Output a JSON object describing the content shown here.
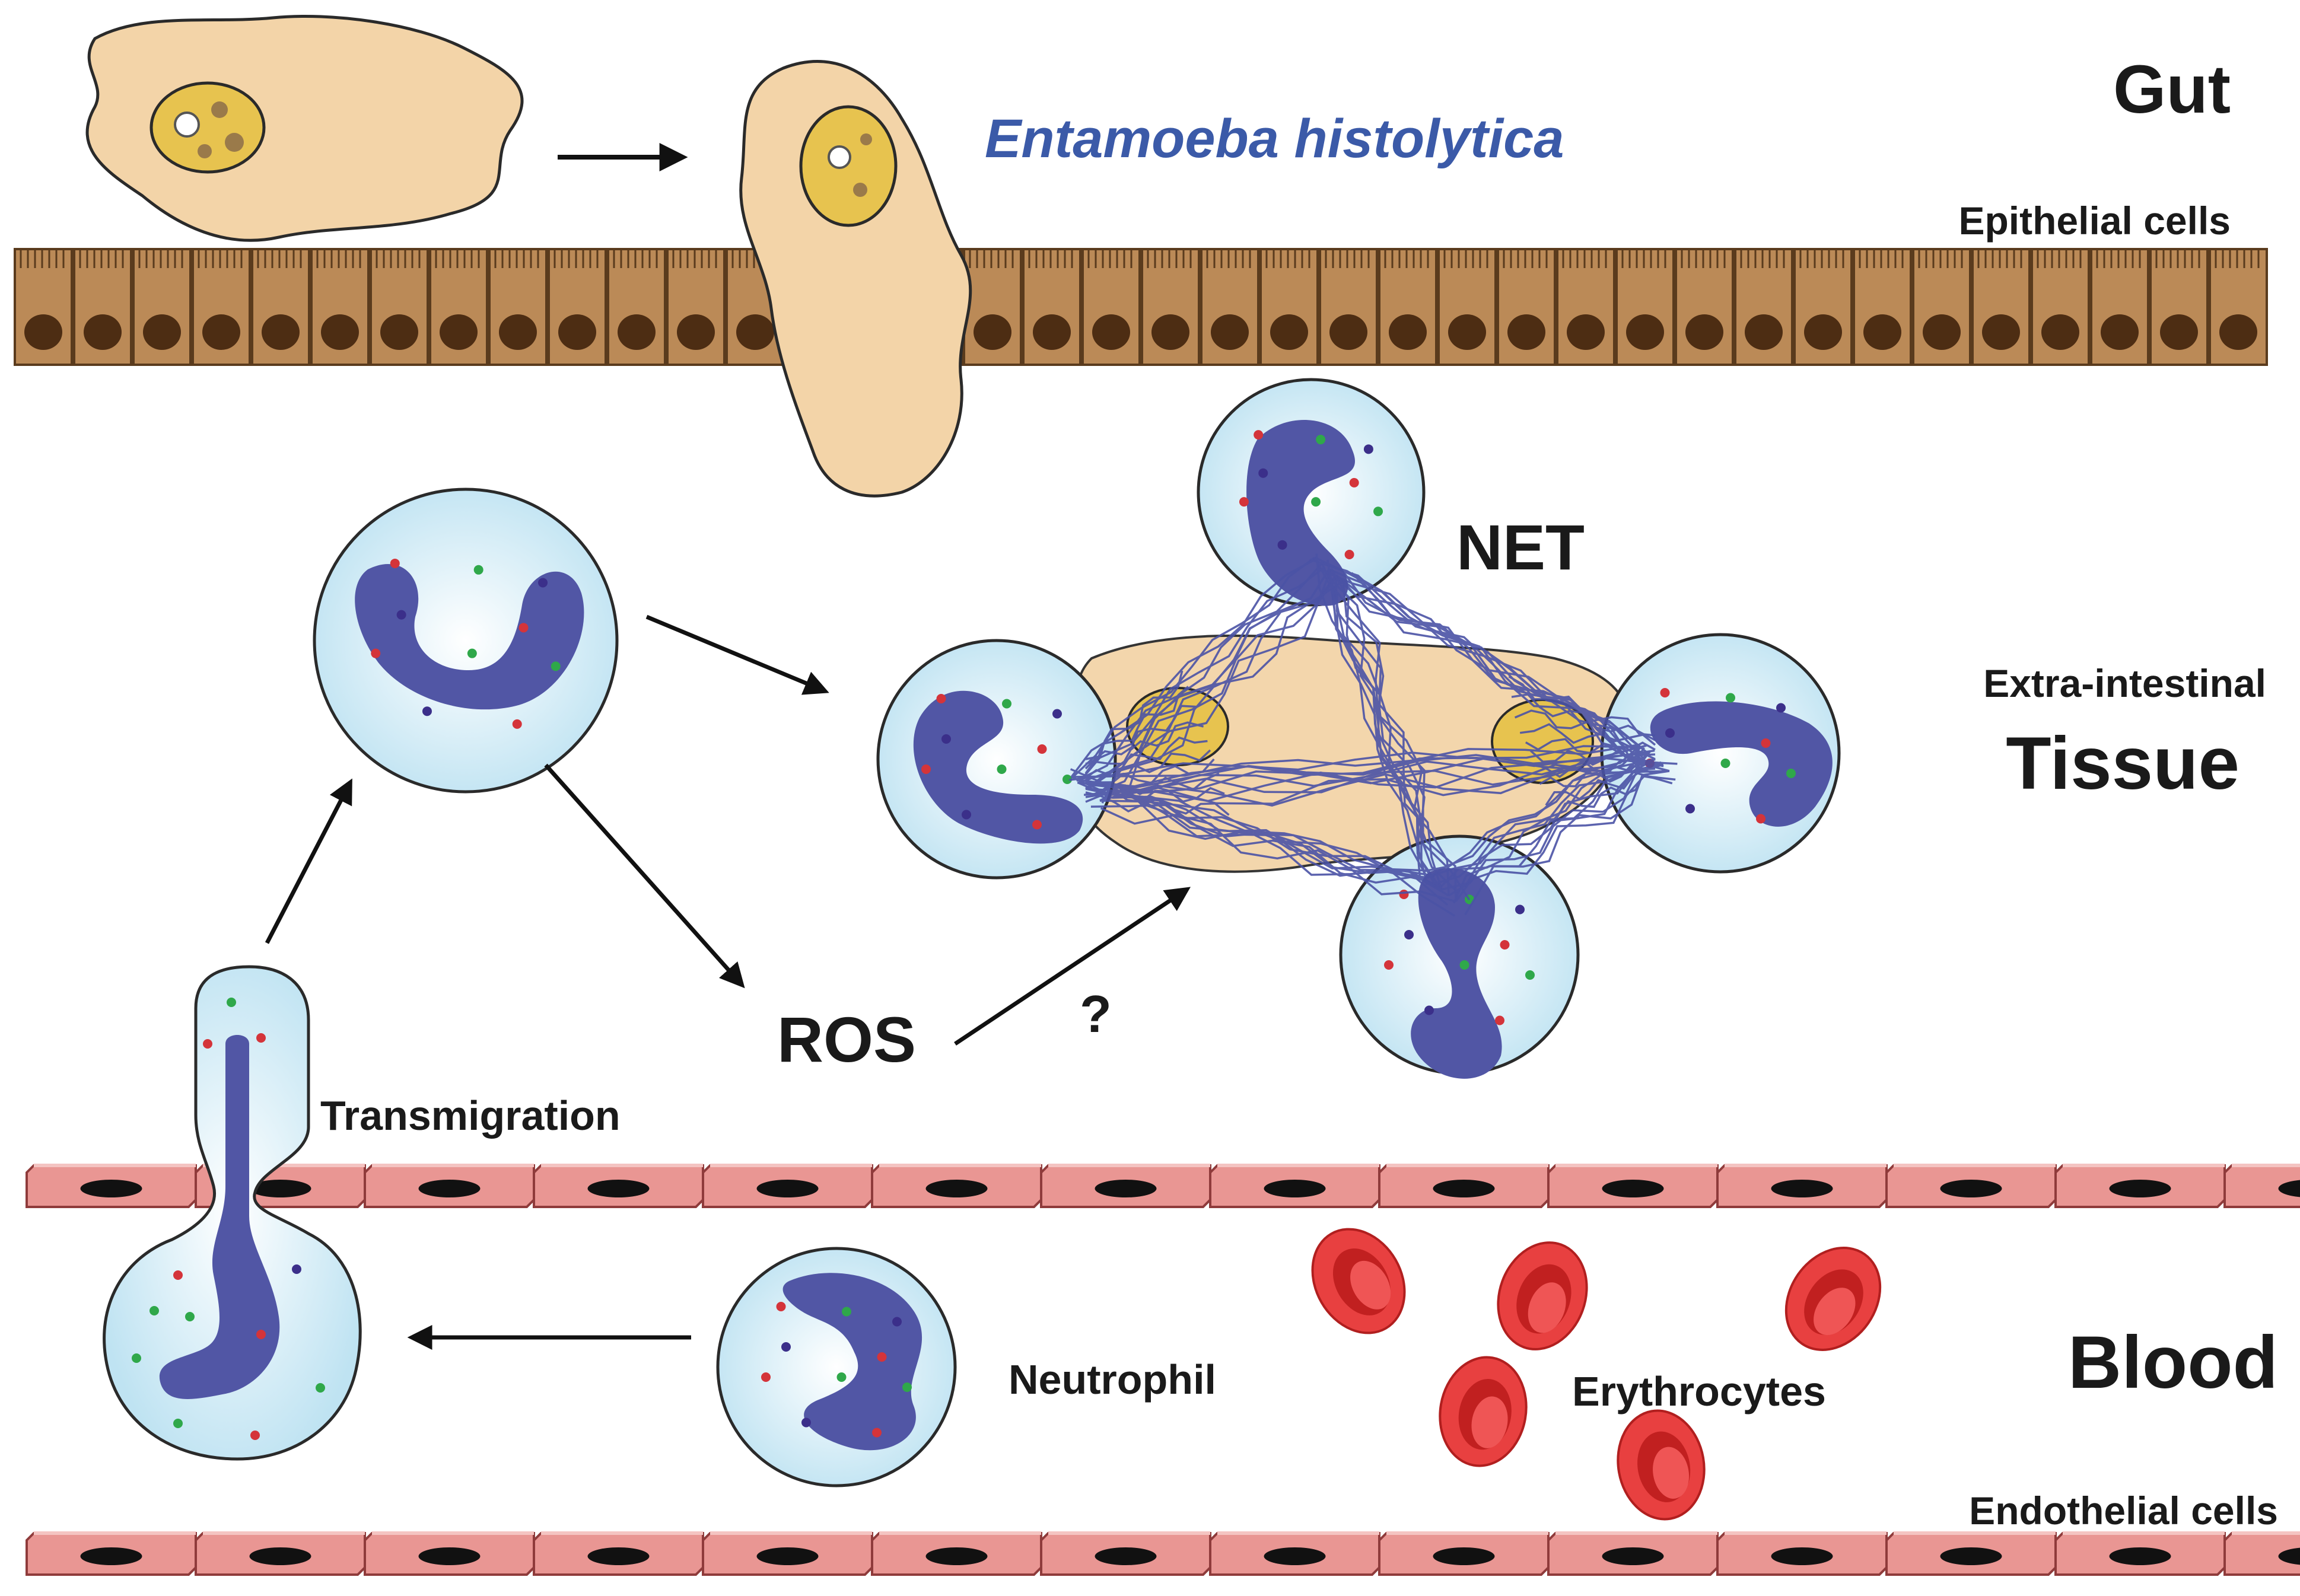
{
  "labels": {
    "gut": "Gut",
    "organism": "Entamoeba histolytica",
    "epithelial": "Epithelial cells",
    "net": "NET",
    "tissue_small": "Extra-intestinal",
    "tissue_big": "Tissue",
    "ros": "ROS",
    "question": "?",
    "transmigration": "Transmigration",
    "neutrophil": "Neutrophil",
    "erythrocytes": "Erythrocytes",
    "blood": "Blood",
    "endothelial": "Endothelial cells"
  },
  "colors": {
    "amoeba_fill": "#f3d4a8",
    "amoeba_nucleus": "#e7c34f",
    "epithelium": "#bb8a57",
    "epithelium_nucleus": "#4d2d13",
    "neutrophil_fill": "#cfeaf6",
    "neutrophil_nucleus": "#5156a5",
    "endothelium": "#e99693",
    "erythrocyte": "#e33b3b",
    "organism_text": "#3b5aa8"
  },
  "icons": [
    "amoeba",
    "epithelial-cell",
    "neutrophil",
    "net-fibers",
    "erythrocyte",
    "endothelial-cell",
    "arrow"
  ]
}
